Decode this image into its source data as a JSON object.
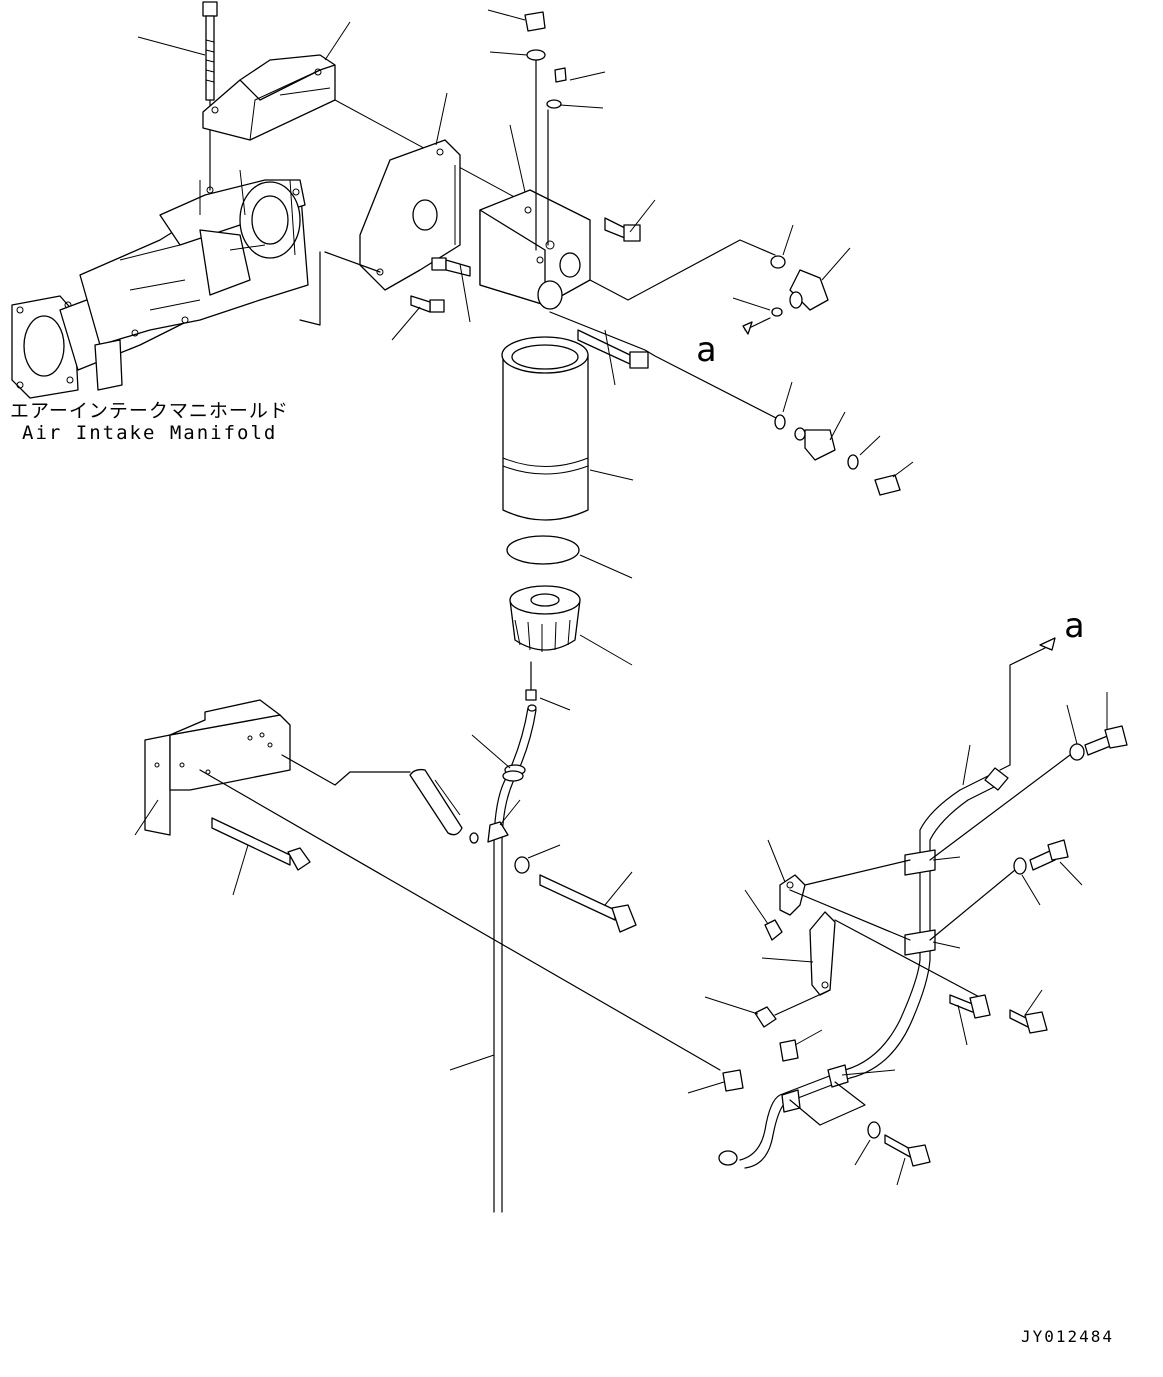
{
  "diagram": {
    "labels": {
      "manifold_jp": "エアーインテークマニホールド",
      "manifold_en": "Air Intake Manifold",
      "view_ref_upper": "a",
      "view_ref_lower": "a",
      "drawing_code": "JY012484"
    },
    "colors": {
      "line": "#000000",
      "background": "#ffffff"
    }
  }
}
